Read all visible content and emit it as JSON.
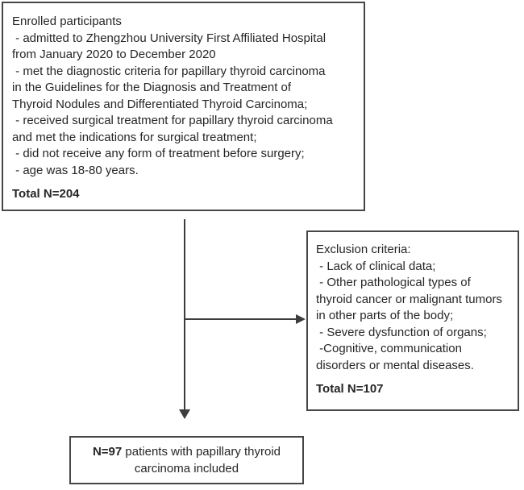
{
  "colors": {
    "background": "#ffffff",
    "box_border": "#464646",
    "text": "#262626",
    "connector": "#3d3d3d"
  },
  "enrolled_box": {
    "lines": [
      "Enrolled participants",
      " - admitted to Zhengzhou University First Affiliated Hospital",
      "from January 2020 to December 2020",
      " - met the diagnostic criteria for papillary thyroid carcinoma",
      "in the Guidelines for the Diagnosis and Treatment of",
      "Thyroid Nodules and Differentiated Thyroid Carcinoma;",
      " - received surgical treatment for papillary thyroid carcinoma",
      "and met the indications for surgical treatment;",
      " - did not receive any form of treatment before surgery;",
      " - age was 18-80 years."
    ],
    "total": "Total N=204"
  },
  "exclusion_box": {
    "lines": [
      "Exclusion criteria:",
      " - Lack of clinical data;",
      " - Other pathological types of",
      "thyroid cancer or malignant tumors",
      "in other parts of the body;",
      " - Severe dysfunction of organs;",
      " -Cognitive, communication",
      "disorders or mental diseases."
    ],
    "total": "Total N=107"
  },
  "included_box": {
    "line1_bold": "N=97",
    "line1_rest": " patients with papillary thyroid",
    "line2": "carcinoma included"
  }
}
